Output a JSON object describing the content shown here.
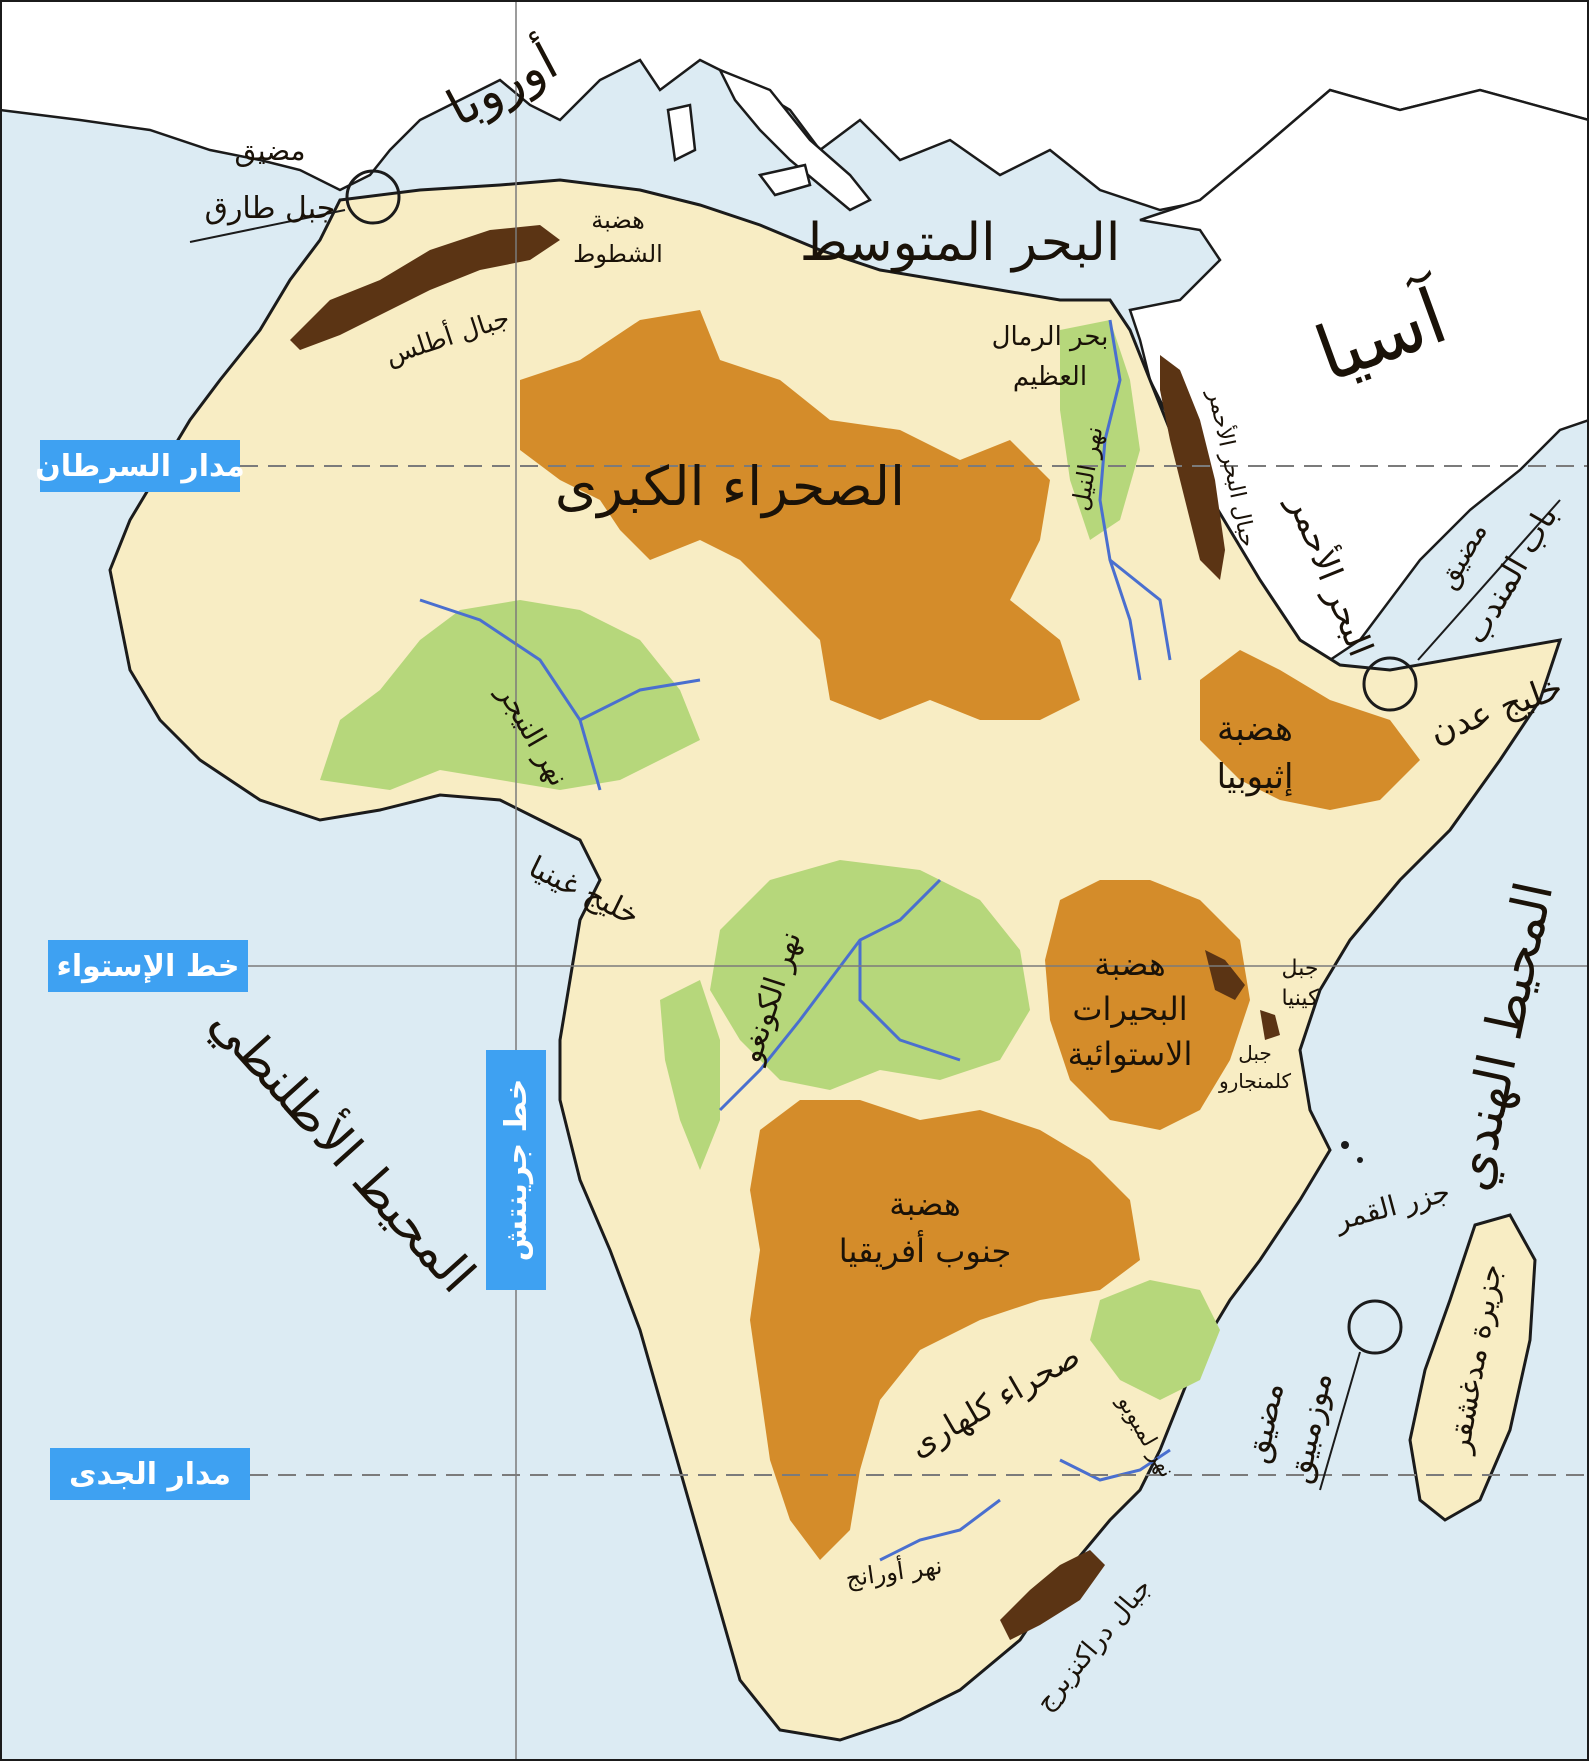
{
  "map": {
    "colors": {
      "sea": "#dcebf3",
      "land_other": "#ffffff",
      "africa": "#f8edc4",
      "plateau": "#d48c2a",
      "lowland": "#b6d77b",
      "mountain": "#5b3414",
      "river": "#4a6fcf",
      "lat_band": "#3ea1f2",
      "coast": "#1b1b1b"
    },
    "continents": {
      "europe": "أوروبا",
      "asia": "آسيا"
    },
    "seas": {
      "mediterranean": "البحر المتوسط",
      "red_sea": "البحر الأحمر",
      "gulf_of_aden": "خليج عدن",
      "gulf_of_guinea": "خليج غينيا",
      "atlantic": "المحيط الأطلنطي",
      "indian": "المحيط الهندي"
    },
    "straits": {
      "gibraltar_1": "مضيق",
      "gibraltar_2": "جبل طارق",
      "bab_1": "مضيق",
      "bab_2": "باب المندب",
      "mozambique_1": "مضيق",
      "mozambique_2": "موزمبيق"
    },
    "lines": {
      "cancer": "مدار السرطان",
      "equator": "خط الإستواء",
      "capricorn": "مدار الجدى",
      "greenwich": "خط جرينتش"
    },
    "features": {
      "sahara": "الصحراء الكبرى",
      "atlas": "جبال أطلس",
      "shotts_1": "هضبة",
      "shotts_2": "الشطوط",
      "sand_sea_1": "بحر الرمال",
      "sand_sea_2": "العظيم",
      "nile": "نهر النيل",
      "red_sea_mts": "جبال البحر الأحمر",
      "ethiopia_1": "هضبة",
      "ethiopia_2": "إثيوبيا",
      "niger": "نهر النيجر",
      "congo": "نهر الكونغو",
      "lakes_1": "هضبة",
      "lakes_2": "البحيرات",
      "lakes_3": "الاستوائية",
      "kenya_1": "جبل",
      "kenya_2": "كينيا",
      "kili_1": "جبل",
      "kili_2": "كلمنجارو",
      "south_1": "هضبة",
      "south_2": "جنوب أفريقيا",
      "kalahari": "صحراء كلهارى",
      "limpopo": "نهر لمبوبو",
      "orange": "نهر أورانج",
      "drakensberg": "جبال دراكنزبرج",
      "comoros": "جزر القمر",
      "madagascar": "جزيرة مدغشقر"
    }
  }
}
